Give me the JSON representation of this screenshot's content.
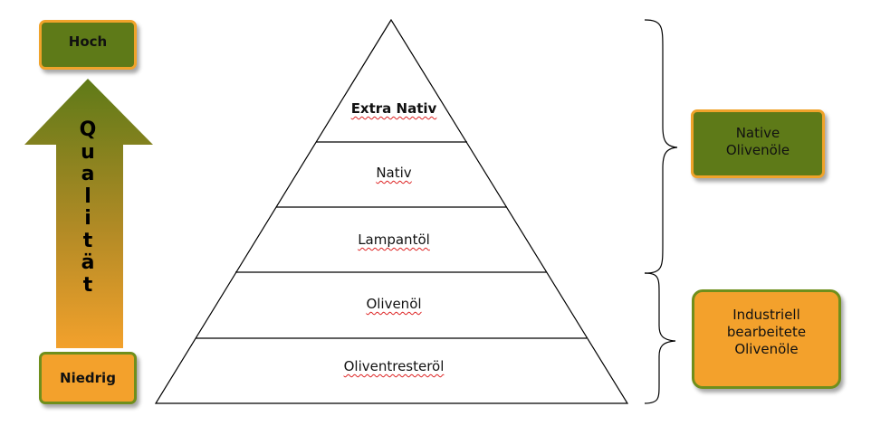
{
  "quality_scale": {
    "top_label": "Hoch",
    "bottom_label": "Niedrig",
    "axis_letters": [
      "Q",
      "u",
      "a",
      "l",
      "i",
      "t",
      "ä",
      "t"
    ]
  },
  "pyramid": {
    "layers": [
      "Extra Nativ",
      "Nativ",
      "Lampantöl",
      "Olivenöl",
      "Oliventresteröl"
    ]
  },
  "groups": {
    "native": [
      "Native",
      "Olivenöle"
    ],
    "industrial": [
      "Industriell",
      "bearbeitete",
      "Olivenöle"
    ]
  },
  "colors": {
    "green": "#5e7a18",
    "orange": "#f3a12c"
  }
}
